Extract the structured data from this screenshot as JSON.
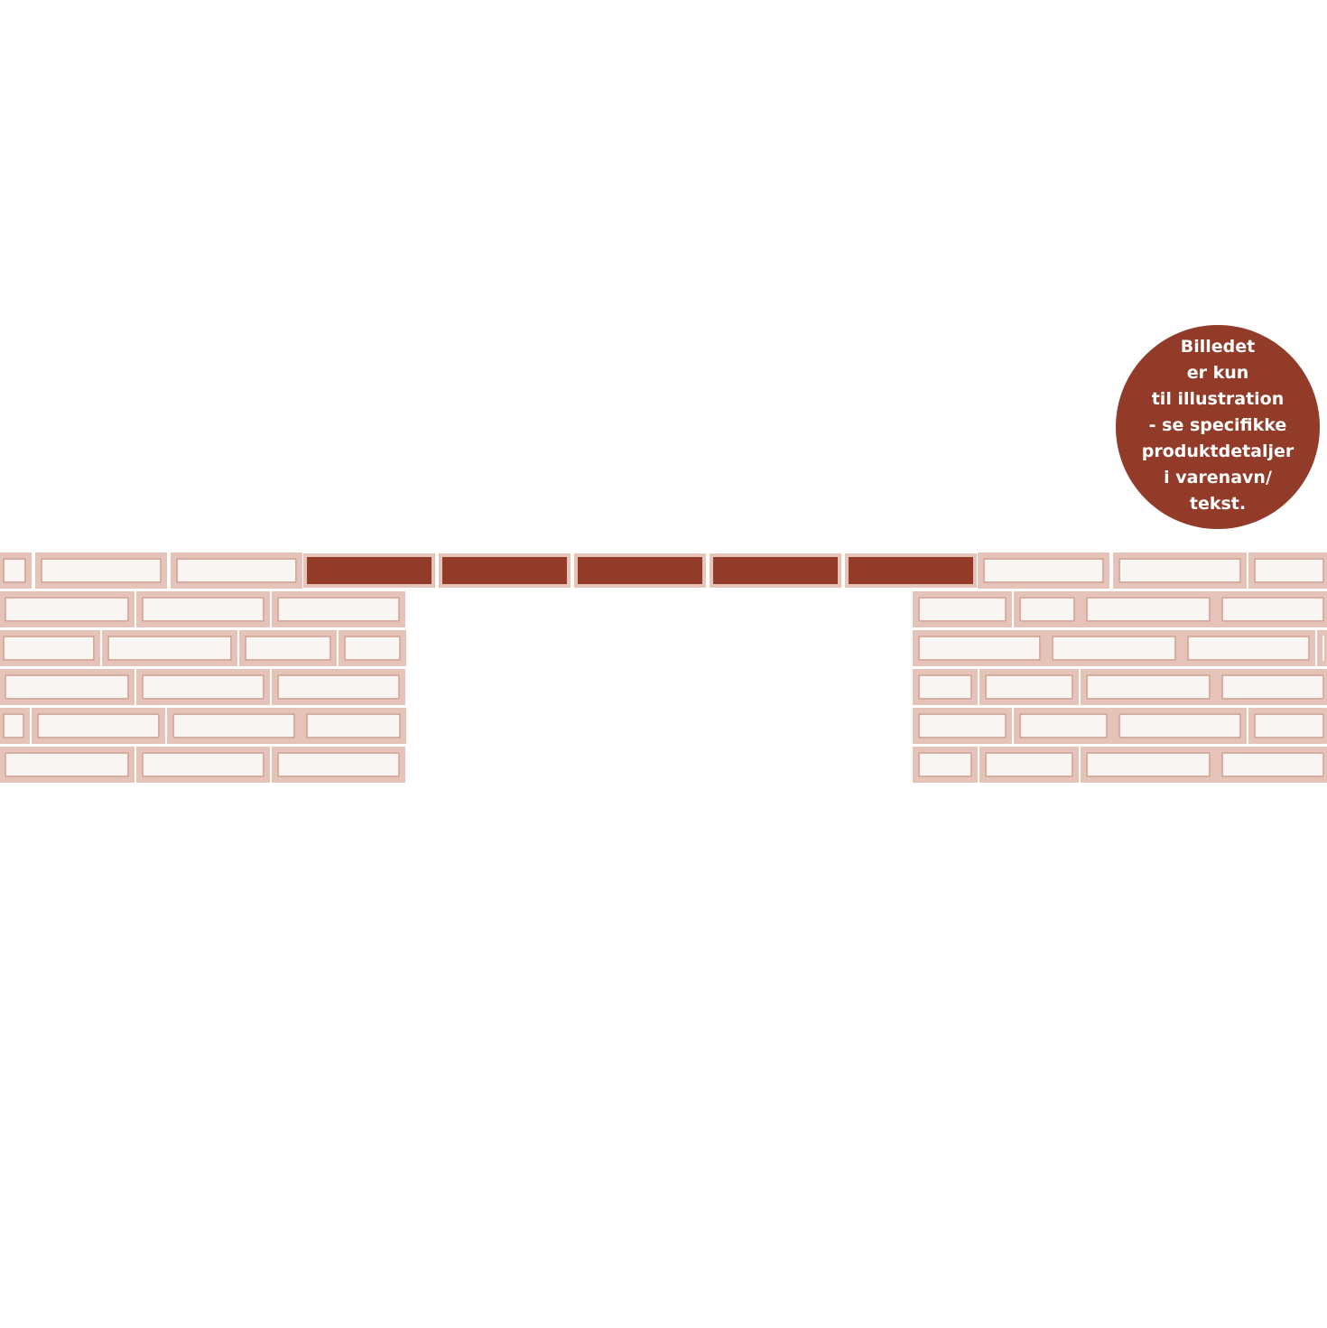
{
  "illustration": {
    "subject": "brick wall opening with lintel",
    "colors": {
      "brick_fill": "#f8f5f3",
      "brick_outline": "#e5c3b8",
      "brick_detail": "#c98f80",
      "lintel": "#923b29",
      "badge": "#923b29",
      "badge_text": "#ffffff"
    },
    "lintel_brick_count": 5
  },
  "notice": {
    "lines": [
      "Billedet",
      "er kun",
      "til illustration",
      "- se specifikke",
      "produktdetaljer",
      "i varenavn/",
      "tekst."
    ]
  }
}
